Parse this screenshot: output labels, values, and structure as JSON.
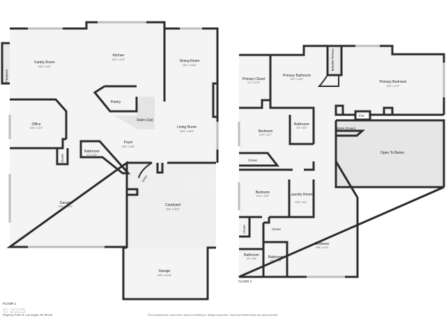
{
  "floor1": {
    "label": "FLOOR 1",
    "rooms": {
      "family_room": {
        "name": "Family Room",
        "dims": "16'5\" x 16'0\""
      },
      "kitchen": {
        "name": "Kitchen",
        "dims": "20'0\" x 17'8\""
      },
      "dining_room": {
        "name": "Dining Room",
        "dims": "12'6\" x 15'11\""
      },
      "pantry": {
        "name": "Pantry"
      },
      "stairs_up": {
        "name": "Stairs (Up)"
      },
      "office": {
        "name": "Office",
        "dims": "12'6\" x 12'4\""
      },
      "living_room": {
        "name": "Living Room",
        "dims": "15'11\" x 16'3\""
      },
      "foyer": {
        "name": "Foyer",
        "dims": "16'3\" x 15'8\""
      },
      "bathroom": {
        "name": "Bathroom",
        "dims": "5'1\" x 5'4\""
      },
      "closet": {
        "name": "Closet"
      },
      "fireplace": {
        "name": "Fireplace"
      },
      "entry": {
        "name": "Entry"
      },
      "garage_main": {
        "name": "Garage",
        "dims": "20'8\" x 22'10\""
      },
      "courtyard": {
        "name": "Courtyard",
        "dims": "21'8\" x 20'11\""
      },
      "garage_small": {
        "name": "Garage",
        "dims": "10'9\" x 11'10\""
      }
    }
  },
  "floor2": {
    "label": "FLOOR 2",
    "rooms": {
      "primary_closet": {
        "name": "Primary Closet",
        "dims": "7'4\" x 12'10\""
      },
      "primary_bathroom": {
        "name": "Primary Bathroom",
        "dims": "15'1\" x 16'3\""
      },
      "primary_bathtub": {
        "name": "Primary Bathtub"
      },
      "primary_bedroom": {
        "name": "Primary Bedroom",
        "dims": "22'0\" x 17'3\""
      },
      "fire": {
        "name": "Fire"
      },
      "stairs_down": {
        "name": "Stairs (Down)"
      },
      "open_to_below": {
        "name": "Open To Below"
      },
      "bedroom_a": {
        "name": "Bedroom",
        "dims": "12'3\" x 11'7\""
      },
      "bathroom_a": {
        "name": "Bathroom",
        "dims": "5'2\" x 8'5\""
      },
      "closet_a": {
        "name": "Closet"
      },
      "bedroom_b": {
        "name": "Bedroom",
        "dims": "12'3\" x 10'0\""
      },
      "laundry": {
        "name": "Laundry Room",
        "dims": "5'10\" x 8'4\""
      },
      "closet_b": {
        "name": "Closet"
      },
      "closet_c": {
        "name": "Closet"
      },
      "bedroom_c": {
        "name": "Bedroom",
        "dims": "16'8\" x 14'3\""
      },
      "bathroom_b": {
        "name": "Bathroom",
        "dims": "5'9\" x 8'5\""
      },
      "bathroom_c": {
        "name": "Bathroom",
        "dims": "5'7\" x 7'10\""
      }
    }
  },
  "footer": {
    "address": "Regency Park St, Las Vegas, NV 89149",
    "watermark": "© 2025",
    "disclaimer": "Floor plans/cover cannot be used for building or design purposes. Sizes and dimensions are approximate."
  },
  "colors": {
    "wall": "#2b2b2b",
    "floor": "#f4f4f4",
    "open_below": "#e6e6e6",
    "window": "#bdbdbd"
  }
}
